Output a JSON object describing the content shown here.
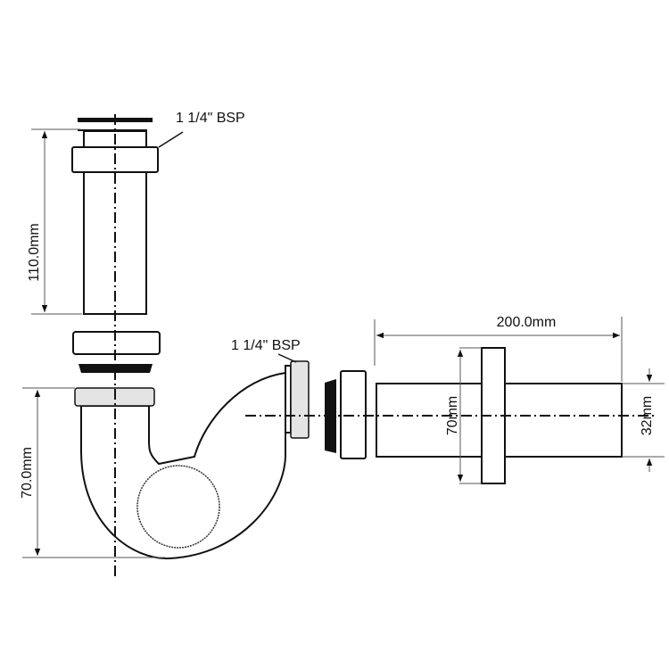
{
  "title": "Bottle trap with extension pipe dimension drawing",
  "labels": {
    "thread_top": "1 1/4\" BSP",
    "thread_side": "1 1/4\" BSP",
    "dim_tube_height": "110.0mm",
    "dim_trap_height": "70.0mm",
    "dim_pipe_length": "200.0mm",
    "dim_flange_diameter": "70mm",
    "dim_pipe_diameter": "32mm"
  },
  "colors": {
    "line": "#111111",
    "thread_fill": "#e4e4e4",
    "dimension": "#555555"
  }
}
